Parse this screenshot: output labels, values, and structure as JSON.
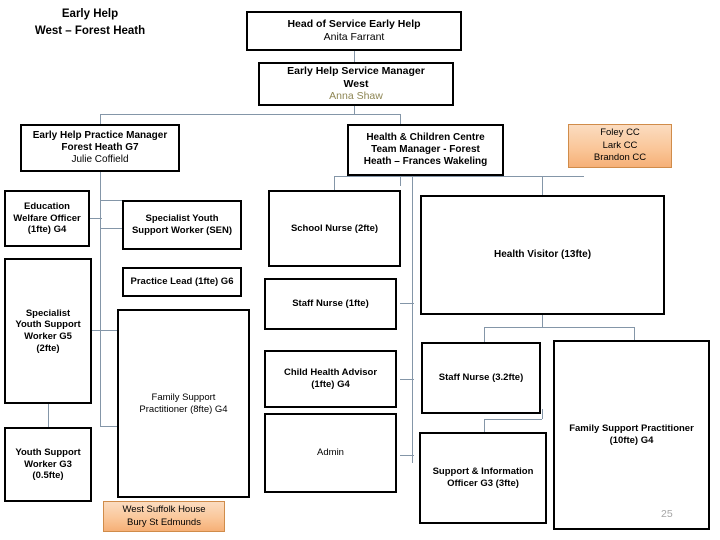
{
  "slide": {
    "title_line1": "Early Help",
    "title_line2": "West – Forest Heath",
    "page_number": "25",
    "accent_orange": "#f6b077",
    "connector_color": "#8496a8",
    "name_highlight_color": "#8e8654"
  },
  "nodes": {
    "head_of_service": {
      "role": "Head of Service Early Help",
      "person": "Anita Farrant"
    },
    "service_manager": {
      "role_line1": "Early Help Service Manager",
      "role_line2": "West",
      "person": "Anna Shaw"
    },
    "practice_manager": {
      "role_line1": "Early Help Practice Manager",
      "role_line2": "Forest Heath G7",
      "person": "Julie Coffield"
    },
    "hcc_team_manager": {
      "role_line1": "Health & Children Centre",
      "role_line2": "Team Manager - Forest",
      "role_line3": "Heath  – Frances Wakeling"
    },
    "education_welfare_officer": {
      "line1": "Education",
      "line2": "Welfare Officer",
      "line3": "(1fte) G4"
    },
    "specialist_youth_support_worker_sen": {
      "line1": "Specialist Youth",
      "line2": "Support Worker (SEN)"
    },
    "practice_lead": {
      "line1": "Practice Lead (1fte) G6"
    },
    "specialist_youth_support_worker_g5": {
      "line1": "Specialist",
      "line2": "Youth Support",
      "line3": "Worker G5",
      "line4": "(2fte)"
    },
    "family_support_practitioner_8fte": {
      "line1": "Family Support",
      "line2": "Practitioner (8fte) G4"
    },
    "youth_support_worker_g3": {
      "line1": "Youth Support",
      "line2": "Worker G3",
      "line3": "(0.5fte)"
    },
    "school_nurse": {
      "line1": "School Nurse (2fte)"
    },
    "staff_nurse_1fte": {
      "line1": "Staff Nurse (1fte)"
    },
    "child_health_advisor": {
      "line1": "Child Health Advisor",
      "line2": "(1fte) G4"
    },
    "admin": {
      "line1": "Admin"
    },
    "health_visitor": {
      "line1": "Health Visitor (13fte)"
    },
    "staff_nurse_32fte": {
      "line1": "Staff Nurse (3.2fte)"
    },
    "support_information_officer": {
      "line1": "Support & Information",
      "line2": "Officer G3 (3fte)"
    },
    "family_support_practitioner_10fte": {
      "line1": "Family Support Practitioner",
      "line2": "(10fte) G4"
    }
  },
  "callouts": {
    "childrens_centres": {
      "line1": "Foley CC",
      "line2": "Lark CC",
      "line3": "Brandon CC"
    },
    "location": {
      "line1": "West Suffolk House",
      "line2": "Bury St Edmunds"
    }
  }
}
